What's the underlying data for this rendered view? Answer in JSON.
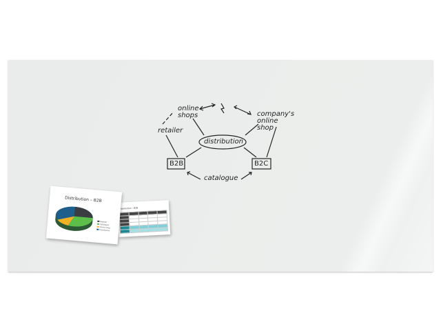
{
  "whiteboard": {
    "labels": {
      "online_shops": "online shops",
      "company_shop": "company's online shop",
      "retailer": "retailer",
      "distribution": "distribution",
      "b2b": "B2B",
      "b2c": "B2C",
      "catalogue": "catalogue"
    }
  },
  "papers": {
    "pie_sheet": {
      "title": "Distribution – B2B",
      "legend": [
        "Retailer",
        "Catalogue",
        "Online shop",
        "Distribution"
      ],
      "colors": [
        "#3a3d41",
        "#5bbf4a",
        "#f2b124",
        "#1d5f8a"
      ]
    },
    "table_sheet": {
      "title": "Distribution – B2B"
    }
  }
}
